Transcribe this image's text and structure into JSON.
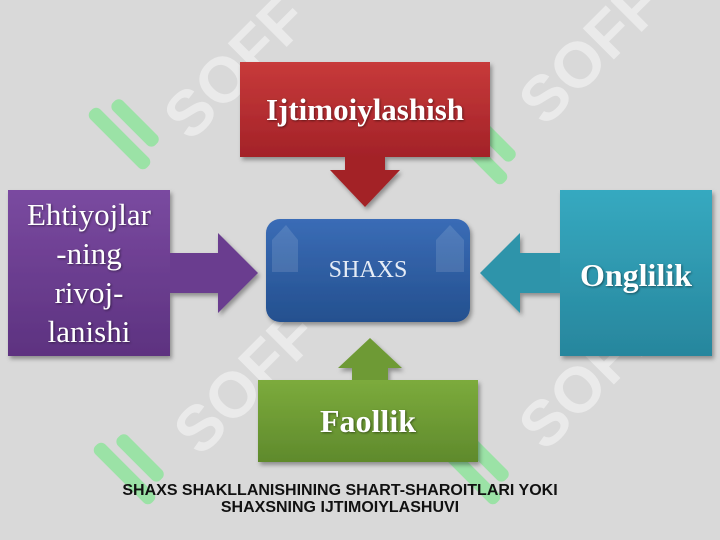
{
  "nodes": {
    "top": {
      "label": "Ijtimoiylashish",
      "color": "#b5282e"
    },
    "left": {
      "label": "Ehtiyojlar -ning rivoj- lanishi",
      "lines": [
        "Ehtiyojlar",
        "-ning",
        "rivoj-",
        "lanishi"
      ],
      "color": "#6a3d8f"
    },
    "center": {
      "label": "SHAXS",
      "color": "#2f5fa8"
    },
    "right": {
      "label": "Onglilik",
      "color": "#2f9ab0"
    },
    "bottom": {
      "label": "Faollik",
      "color": "#6e9a34"
    }
  },
  "caption": {
    "line1": "SHAXS SHAKLLANISHINING SHART-SHAROITLARI YOKI",
    "line2": "SHAXSNING IJTIMOIYLASHUVI"
  },
  "watermark": {
    "text": "SOFF",
    "icon": "soff-logo-icon",
    "color": "#7ee08a"
  }
}
